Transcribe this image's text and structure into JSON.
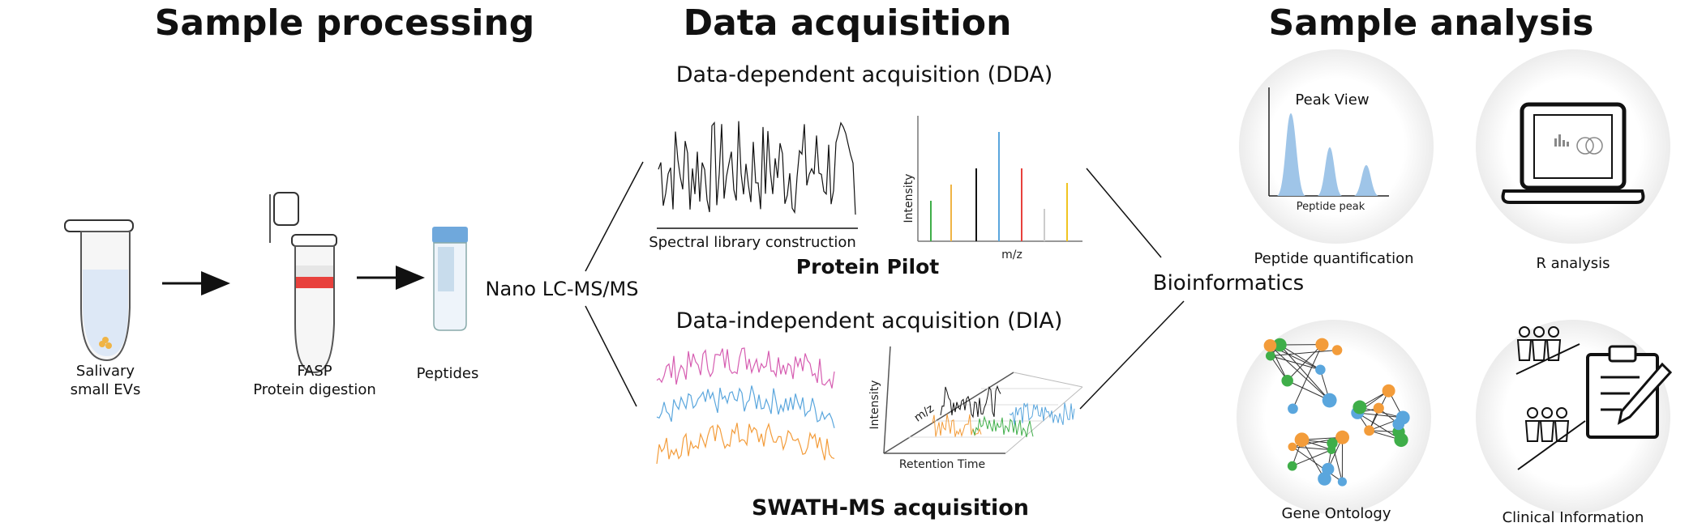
{
  "headings": {
    "sample_processing": "Sample processing",
    "data_acquisition": "Data acquisition",
    "sample_analysis": "Sample analysis"
  },
  "processing": {
    "tube1_line1": "Salivary",
    "tube1_line2": "small EVs",
    "tube2_line1": "FASP",
    "tube2_line2": "Protein digestion",
    "tube3": "Peptides"
  },
  "acquisition": {
    "nano": "Nano LC-MS/MS",
    "dda_title": "Data-dependent acquisition (DDA)",
    "spectral": "Spectral library construction",
    "protein_pilot": "Protein Pilot",
    "dda_y_axis": "Intensity",
    "dda_x_axis": "m/z",
    "dia_title": "Data-independent acquisition (DIA)",
    "dia_y_axis": "Intensity",
    "dia_mz_axis": "m/z",
    "dia_x_axis": "Retention Time",
    "swath": "SWATH-MS acquisition",
    "bioinformatics": "Bioinformatics"
  },
  "analysis": {
    "peak_view": "Peak View",
    "peptide_peak": "Peptide peak",
    "peptide_quant": "Peptide quantification",
    "r_analysis": "R analysis",
    "gene_ontology": "Gene Ontology",
    "clinical": "Clinical Information"
  },
  "colors": {
    "red_band": "#e8413c",
    "tube_cap": "#6fa8dc",
    "peak_blue": "#9fc5e8",
    "pink": "#d65db1",
    "blue": "#5aa6dd",
    "orange": "#f39c3a",
    "green": "#3fae49"
  }
}
